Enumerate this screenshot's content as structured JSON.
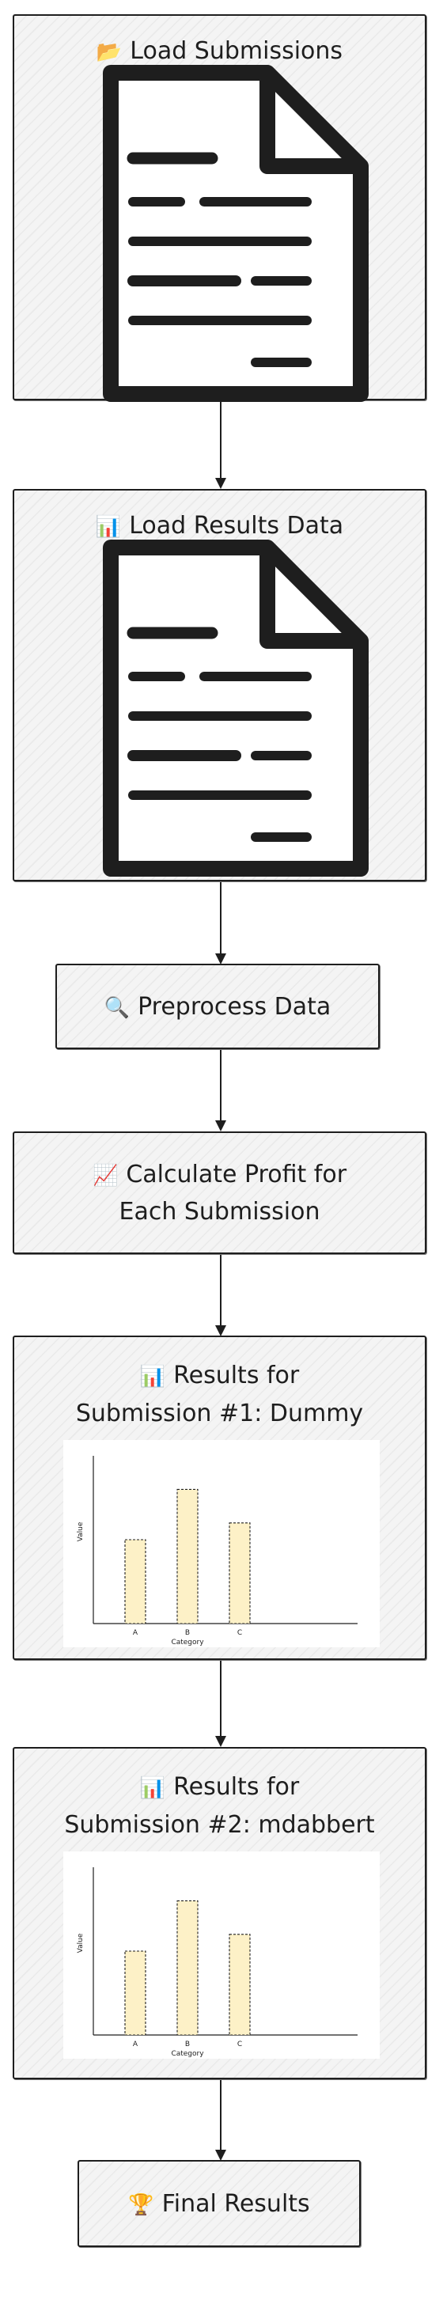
{
  "nodes": [
    {
      "id": "load-submissions",
      "emoji": "📂",
      "label": "Load Submissions"
    },
    {
      "id": "load-results",
      "emoji": "📊",
      "label": "Load Results Data"
    },
    {
      "id": "preprocess",
      "emoji": "🔍",
      "label": "Preprocess Data"
    },
    {
      "id": "calculate-profit",
      "emoji": "📈",
      "label_line1": "Calculate Profit for",
      "label_line2": "Each Submission"
    },
    {
      "id": "results-1",
      "emoji": "📊",
      "label_line1": "Results for",
      "label_line2": "Submission #1: Dummy"
    },
    {
      "id": "results-2",
      "emoji": "📊",
      "label_line1": "Results for",
      "label_line2": "Submission #2: mdabbert"
    },
    {
      "id": "final-results",
      "emoji": "🏆",
      "label": "Final Results"
    }
  ],
  "edges": [
    [
      "load-submissions",
      "load-results"
    ],
    [
      "load-results",
      "preprocess"
    ],
    [
      "preprocess",
      "calculate-profit"
    ],
    [
      "calculate-profit",
      "results-1"
    ],
    [
      "results-1",
      "results-2"
    ],
    [
      "results-2",
      "final-results"
    ]
  ],
  "icons": [
    "document-icon",
    "document-icon"
  ],
  "chart_data": [
    {
      "type": "bar",
      "categories": [
        "A",
        "B",
        "C"
      ],
      "values": [
        0.5,
        0.8,
        0.6
      ],
      "xlabel": "Category",
      "ylabel": "Value",
      "bar_color": "#fdf1c7"
    },
    {
      "type": "bar",
      "categories": [
        "A",
        "B",
        "C"
      ],
      "values": [
        0.5,
        0.8,
        0.6
      ],
      "xlabel": "Category",
      "ylabel": "Value",
      "bar_color": "#fdf1c7"
    }
  ]
}
